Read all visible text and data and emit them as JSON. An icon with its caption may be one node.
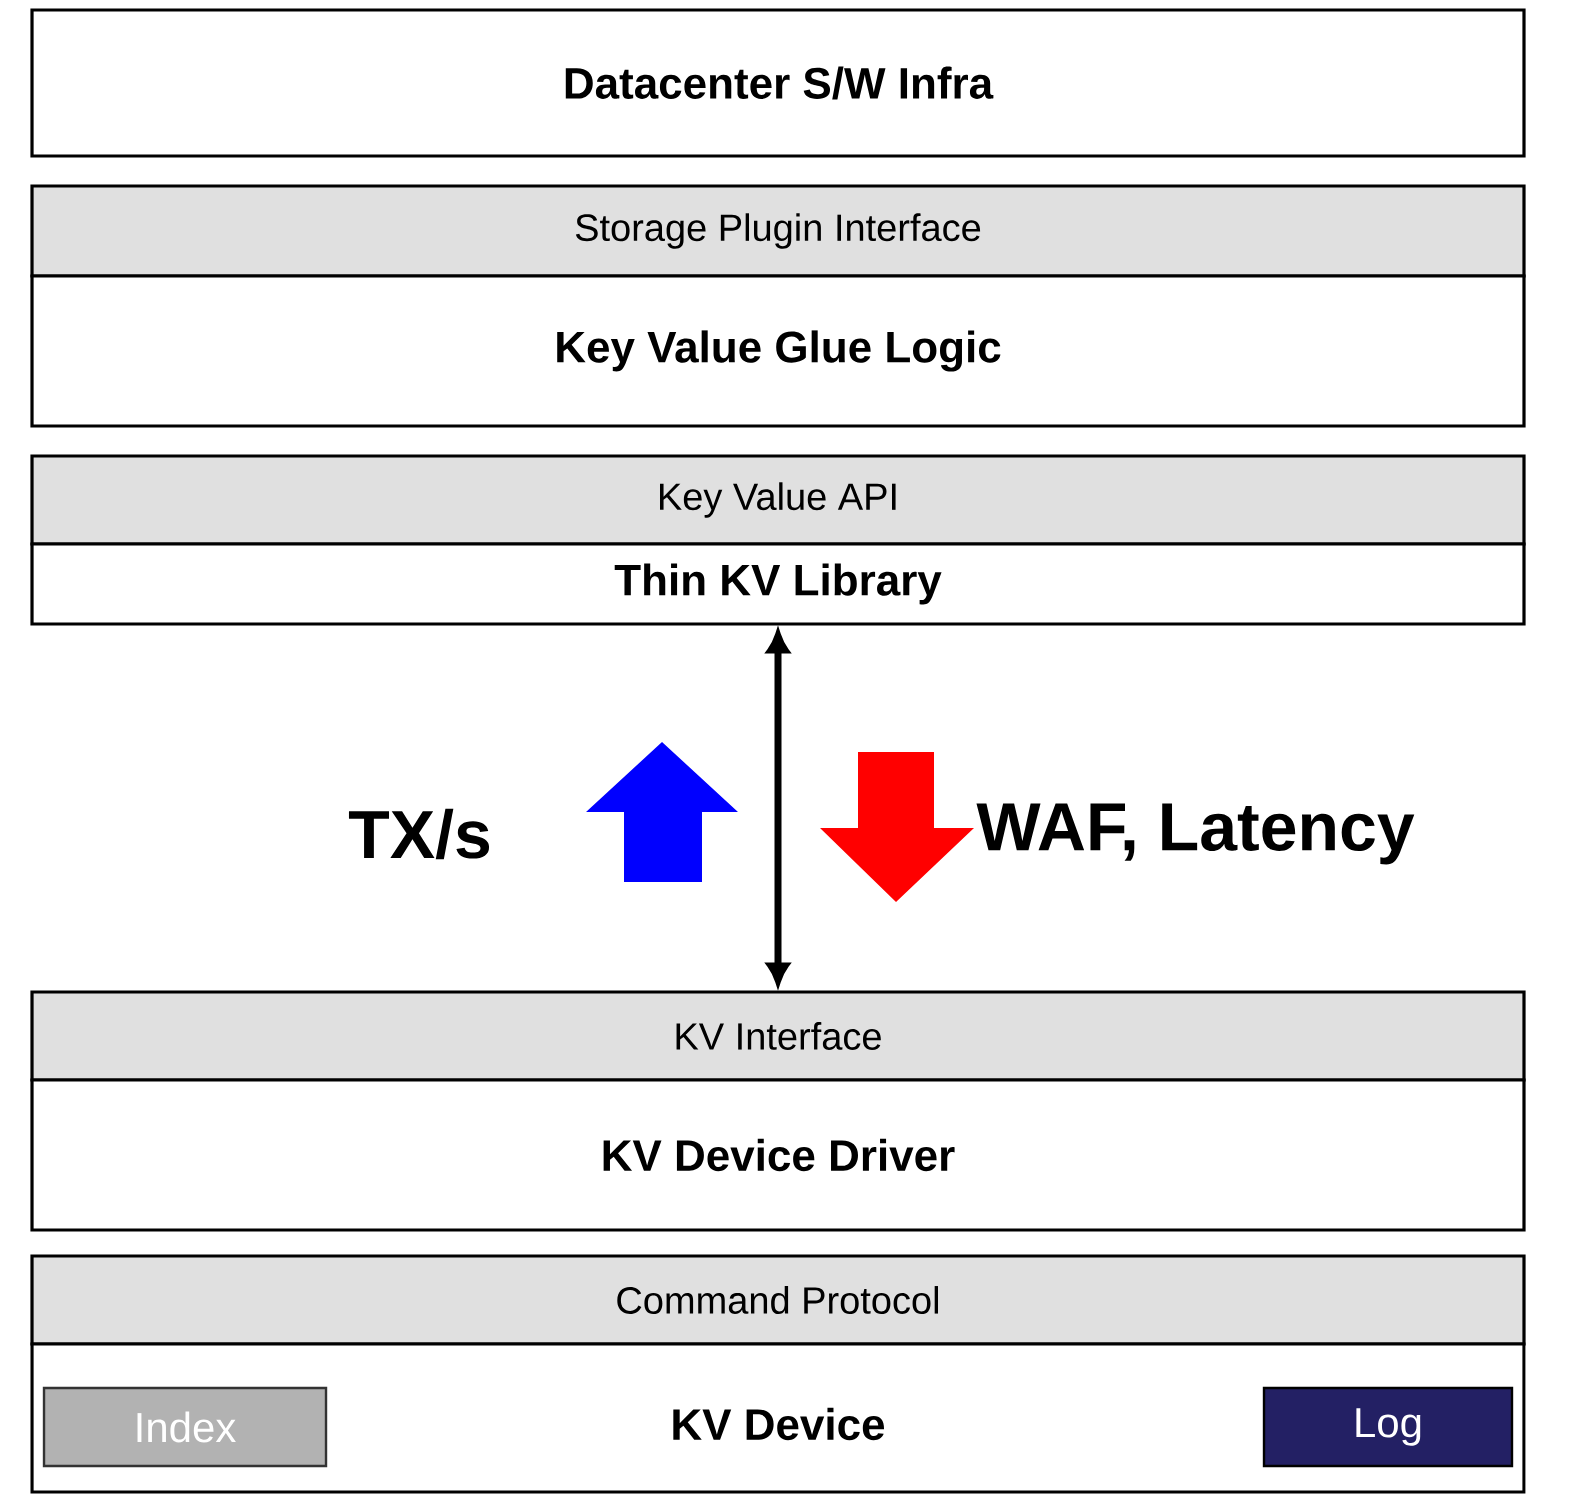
{
  "diagram": {
    "nodes": [
      {
        "text": [
          "Datacenter S/W Infra"
        ]
      },
      {
        "text": [
          "Storage Plugin Interface"
        ]
      },
      {
        "text": [
          "Key Value Glue Logic"
        ]
      },
      {
        "text": [
          "Key Value API"
        ]
      },
      {
        "text": [
          "Thin KV Library"
        ]
      },
      {
        "text": [
          "KV Interface"
        ]
      },
      {
        "text": [
          "KV Device Driver"
        ]
      },
      {
        "text": [
          "Command Protocol"
        ]
      },
      {
        "text": [
          "KV Device"
        ]
      },
      {
        "text": [
          "Index"
        ],
        "in": 8
      },
      {
        "text": [
          "Log"
        ],
        "in": 8
      }
    ],
    "edges": [
      {
        "from": 4,
        "to": 5,
        "arrow": "both"
      }
    ],
    "labels": [
      "TX/s",
      "WAF, Latency"
    ]
  }
}
